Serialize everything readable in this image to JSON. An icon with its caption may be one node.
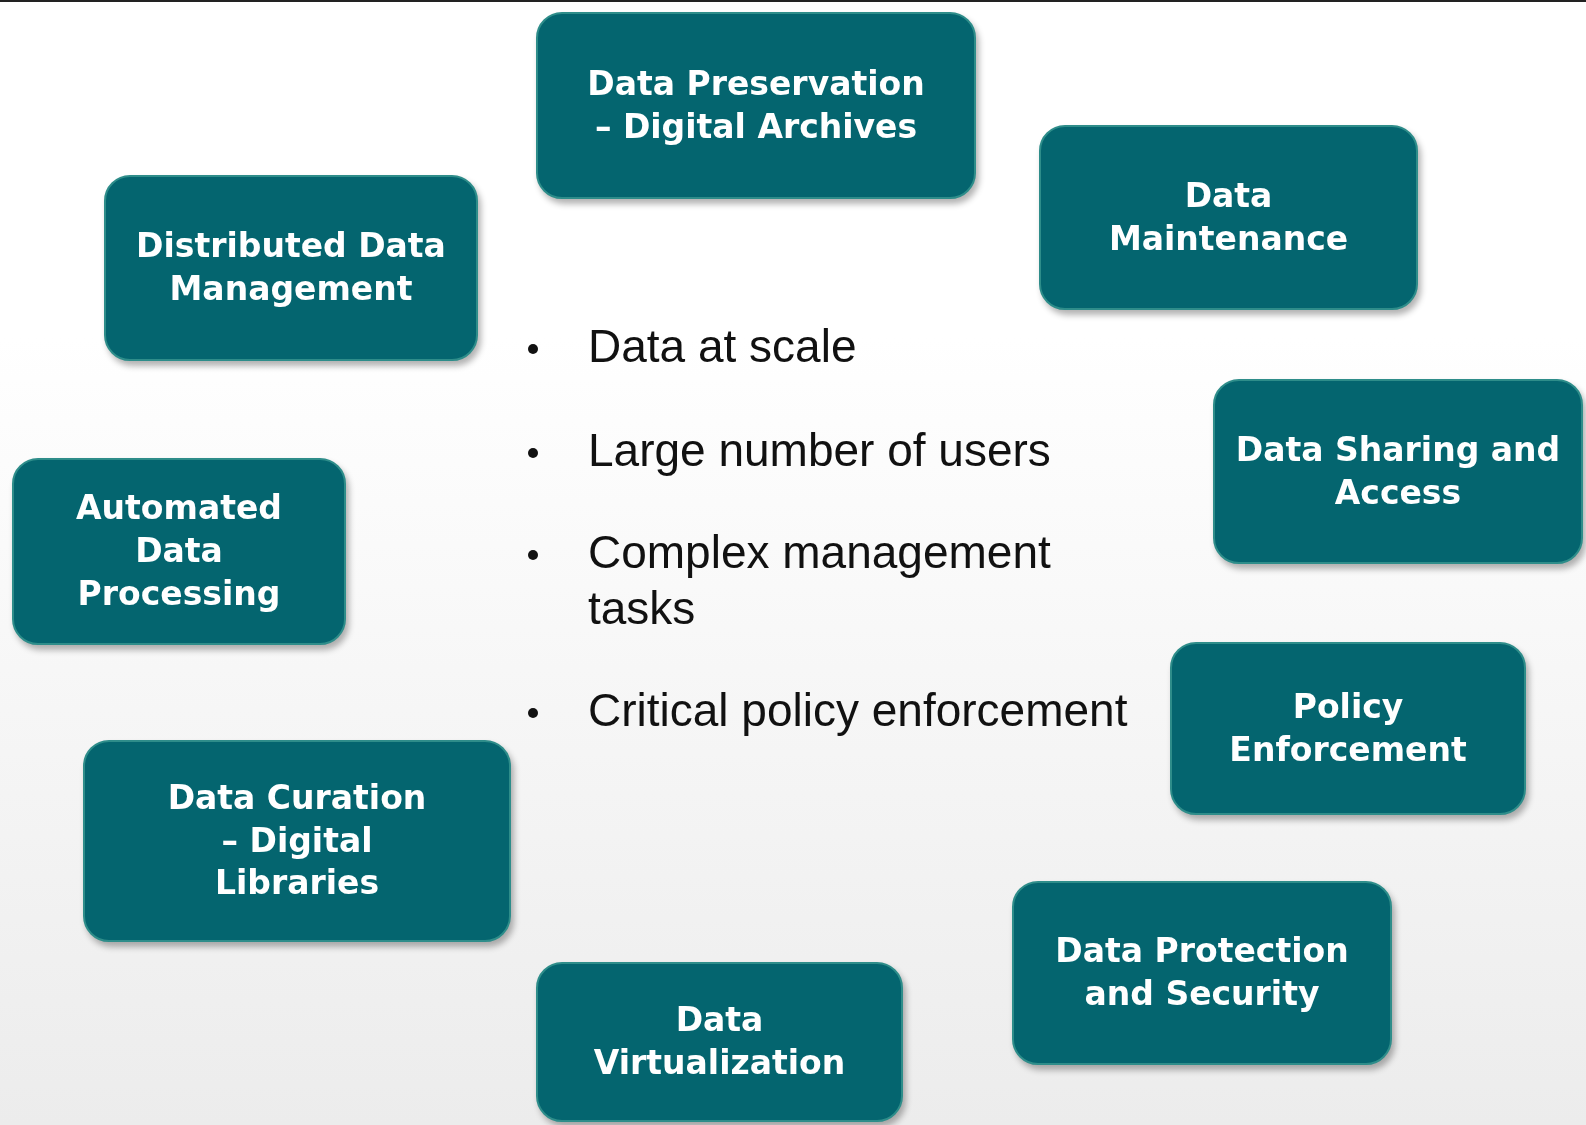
{
  "diagram": {
    "nodes": [
      {
        "text": [
          "Data Preservation – Digital Archives"
        ]
      },
      {
        "text": [
          "Data Maintenance"
        ]
      },
      {
        "text": [
          "Distributed Data Management"
        ]
      },
      {
        "text": [
          "Data Sharing and Access"
        ]
      },
      {
        "text": [
          "Automated Data Processing"
        ]
      },
      {
        "text": [
          "Policy Enforcement"
        ]
      },
      {
        "text": [
          "Data Curation – Digital Libraries"
        ]
      },
      {
        "text": [
          "Data Protection and Security"
        ]
      },
      {
        "text": [
          "Data Virtualization"
        ]
      }
    ],
    "labels": [
      "Data at scale",
      "Large number of users",
      "Complex management tasks",
      "Critical policy enforcement"
    ]
  }
}
